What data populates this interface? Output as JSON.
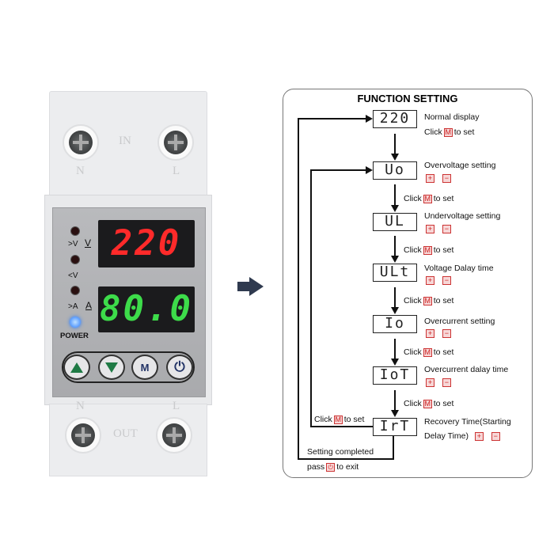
{
  "device": {
    "top_terminal_label": "IN",
    "bottom_terminal_label": "OUT",
    "terminal_left": "N",
    "terminal_right": "L",
    "voltage_display": "220",
    "current_display": "80.0",
    "voltage_unit": "V",
    "current_unit": "A",
    "indicators": [
      ">V",
      "<V",
      ">A"
    ],
    "power_label": "POWER",
    "buttons": [
      "up",
      "down",
      "M",
      "power"
    ],
    "m_label": "M",
    "colors": {
      "voltage": "#ff2a2a",
      "current": "#3ddc4a",
      "power_led": "#2a7cff"
    }
  },
  "diagram": {
    "title": "FUNCTION SETTING",
    "click_prefix": "Click",
    "click_suffix": "to set",
    "m": "M",
    "plus": "+",
    "minus": "−",
    "steps": [
      {
        "code": "220",
        "label": "Normal display"
      },
      {
        "code": "Uo",
        "label": "Overvoltage setting"
      },
      {
        "code": "UL",
        "label": "Undervoltage setting"
      },
      {
        "code": "ULt",
        "label": "Voltage Dalay time"
      },
      {
        "code": "Io",
        "label": "Overcurrent setting"
      },
      {
        "code": "IoT",
        "label": "Overcurrent dalay time"
      },
      {
        "code": "IrT",
        "label": "Recovery Time(Starting",
        "label2": "Delay Time)"
      }
    ],
    "completed": "Setting completed",
    "pass": "pass",
    "to_exit": "to exit"
  }
}
